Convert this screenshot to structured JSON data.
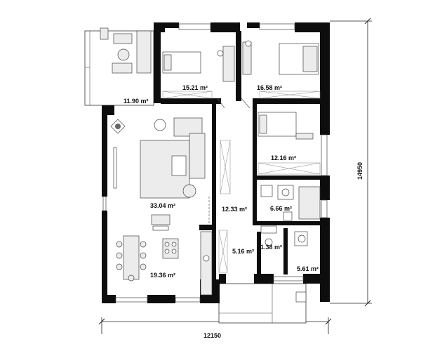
{
  "rooms": {
    "terrace": "11.90 m²",
    "bedroom_1": "15.21 m²",
    "bedroom_2": "16.58 m²",
    "bedroom_3": "12.16 m²",
    "living": "33.04 m²",
    "hall": "12.33 m²",
    "bathroom": "6.66 m²",
    "kitchen_dining": "19.36 m²",
    "vestibule": "5.16 m²",
    "wc": "1.38 m²",
    "utility": "5.61 m²"
  },
  "dimensions": {
    "width": "12150",
    "height": "14950"
  }
}
